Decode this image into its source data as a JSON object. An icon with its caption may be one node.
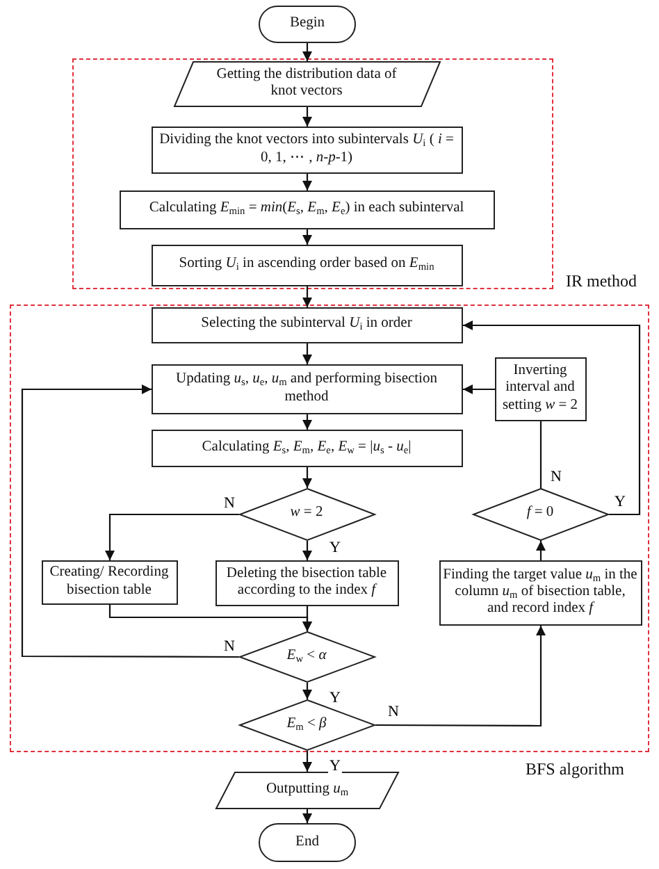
{
  "diagram": {
    "nodes": [
      {
        "text": [
          "Begin"
        ]
      },
      {
        "text": [
          "IR method"
        ]
      },
      {
        "text": [
          "Getting the distribution data of knot vectors"
        ],
        "in": 1
      },
      {
        "text": [
          "Dividing the knot vectors into subintervals *U*$_{i}$ ( *i* = 0, 1, ⋯ , *n*-*p*-1)"
        ],
        "in": 1
      },
      {
        "text": [
          "Calculating *E*$_{min}$ = *min*(*E*$_{s}$, *E*$_{m}$, *E*$_{e}$) in each subinterval"
        ],
        "in": 1
      },
      {
        "text": [
          "Sorting *U*$_{i}$ in ascending order based on *E*$_{min}$"
        ],
        "in": 1
      },
      {
        "text": [
          "BFS algorithm"
        ]
      },
      {
        "text": [
          "Selecting the subinterval *U*$_{i}$ in order"
        ],
        "in": 6
      },
      {
        "text": [
          "Updating *u*$_{s}$, *u*$_{e}$, *u*$_{m}$ and performing bisection method"
        ],
        "in": 6
      },
      {
        "text": [
          "Calculating *E*$_{s}$, *E*$_{m}$, *E*$_{e}$, *E*$_{w}$ = |*u*$_{s}$ - *u*$_{e}$|"
        ],
        "in": 6
      },
      {
        "text": [
          "*w* = 2"
        ],
        "in": 6
      },
      {
        "text": [
          "Creating/ Recording bisection table"
        ],
        "in": 6
      },
      {
        "text": [
          "Deleting the bisection table according to the index *f*"
        ],
        "in": 6
      },
      {
        "text": [
          "*E*$_{w}$ < *α*"
        ],
        "in": 6
      },
      {
        "text": [
          "*E*$_{m}$ < *β*"
        ],
        "in": 6
      },
      {
        "text": [
          "Finding  the target value *u*$_{m}$ in the column *u*$_{m}$ of bisection table, and record index *f*"
        ],
        "in": 6
      },
      {
        "text": [
          "*f* = 0"
        ],
        "in": 6
      },
      {
        "text": [
          "Inverting interval and setting *w* = 2"
        ],
        "in": 6
      },
      {
        "text": [
          "Outputting *u*$_{m}$"
        ]
      },
      {
        "text": [
          "End"
        ]
      }
    ],
    "edges": [
      {
        "from": 0,
        "to": 2,
        "arrow": "to"
      },
      {
        "from": 2,
        "to": 3,
        "arrow": "to"
      },
      {
        "from": 3,
        "to": 4,
        "arrow": "to"
      },
      {
        "from": 4,
        "to": 5,
        "arrow": "to"
      },
      {
        "from": 5,
        "to": 7,
        "arrow": "to"
      },
      {
        "from": 7,
        "to": 8,
        "arrow": "to"
      },
      {
        "from": 8,
        "to": 9,
        "arrow": "to"
      },
      {
        "from": 9,
        "to": 10,
        "arrow": "to"
      },
      {
        "from": 10,
        "to": 11,
        "arrow": "to",
        "label": "N"
      },
      {
        "from": 10,
        "to": 12,
        "arrow": "to",
        "label": "Y"
      },
      {
        "from": 11,
        "to": 13,
        "arrow": "to"
      },
      {
        "from": 12,
        "to": 13,
        "arrow": "to"
      },
      {
        "from": 13,
        "to": 8,
        "arrow": "to",
        "label": "N"
      },
      {
        "from": 13,
        "to": 14,
        "arrow": "to",
        "label": "Y"
      },
      {
        "from": 14,
        "to": 18,
        "arrow": "to",
        "label": "Y"
      },
      {
        "from": 14,
        "to": 15,
        "arrow": "to",
        "label": "N"
      },
      {
        "from": 15,
        "to": 16,
        "arrow": "to"
      },
      {
        "from": 16,
        "to": 17,
        "arrow": "to",
        "label": "N"
      },
      {
        "from": 16,
        "to": 7,
        "arrow": "to",
        "label": "Y"
      },
      {
        "from": 17,
        "to": 8,
        "arrow": "to"
      },
      {
        "from": 18,
        "to": 19,
        "arrow": "to"
      }
    ]
  }
}
